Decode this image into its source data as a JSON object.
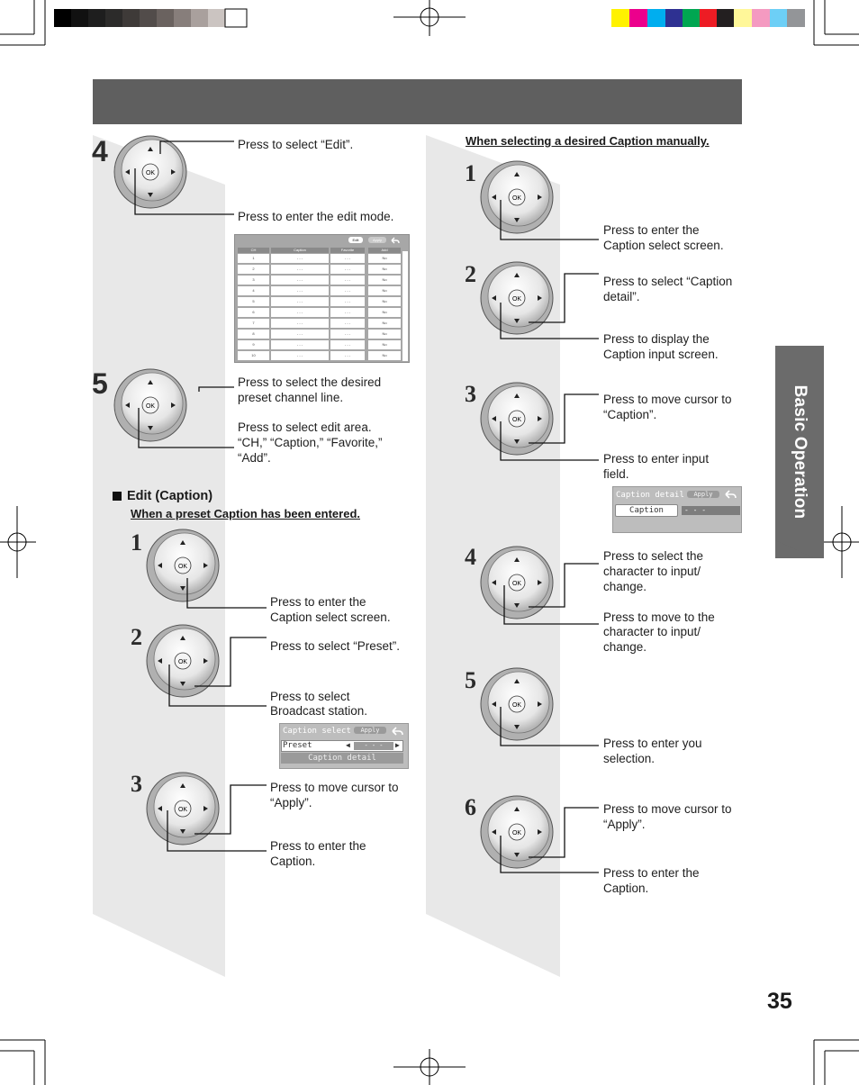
{
  "page_number": "35",
  "side_tab": "Basic Operation",
  "icons": {
    "remote": "remote-dpad-icon",
    "return": "return-arrow-icon",
    "bullet": "square-bullet-icon"
  },
  "remote_labels": {
    "ok": "OK"
  },
  "left_steps": {
    "step4": {
      "num": "4",
      "text1": "Press to select “Edit”.",
      "text2": "Press to enter the edit mode."
    },
    "step5": {
      "num": "5",
      "text1a": "Press to select the desired",
      "text1b": "preset channel line.",
      "text2a": "Press to select edit area.",
      "text2b": "“CH,” “Caption,” “Favorite,”",
      "text2c": "“Add”."
    }
  },
  "edit_table": {
    "edit_label": "Edit",
    "apply_label": "Apply",
    "headers": [
      "CH",
      "Caption",
      "Favorite",
      "Add"
    ],
    "rows": [
      [
        "1",
        "- - -",
        "- - -",
        "No"
      ],
      [
        "2",
        "- - -",
        "- - -",
        "No"
      ],
      [
        "3",
        "- - -",
        "- - -",
        "No"
      ],
      [
        "4",
        "- - -",
        "- - -",
        "No"
      ],
      [
        "5",
        "- - -",
        "- - -",
        "No"
      ],
      [
        "6",
        "- - -",
        "- - -",
        "No"
      ],
      [
        "7",
        "- - -",
        "- - -",
        "No"
      ],
      [
        "8",
        "- - -",
        "- - -",
        "No"
      ],
      [
        "9",
        "- - -",
        "- - -",
        "No"
      ],
      [
        "10",
        "- - -",
        "- - -",
        "No"
      ]
    ]
  },
  "edit_caption": {
    "heading": "Edit (Caption)",
    "subheading": "When a preset Caption has been entered.",
    "step1": {
      "num": "1",
      "text_a": "Press to enter the",
      "text_b": "Caption select screen."
    },
    "step2": {
      "num": "2",
      "text1": "Press to select “Preset”.",
      "text2a": "Press to select",
      "text2b": "Broadcast station."
    },
    "caption_select_ui": {
      "title": "Caption select",
      "apply": "Apply",
      "preset_label": "Preset",
      "preset_value": "- - -",
      "detail": "Caption detail"
    },
    "step3": {
      "num": "3",
      "text1a": "Press to move cursor to",
      "text1b": "“Apply”.",
      "text2a": "Press to enter the",
      "text2b": "Caption."
    }
  },
  "manual": {
    "heading": "When selecting a desired Caption manually.",
    "step1": {
      "num": "1",
      "text_a": "Press to enter the",
      "text_b": "Caption select screen."
    },
    "step2": {
      "num": "2",
      "text1a": "Press to select “Caption",
      "text1b": "detail”.",
      "text2a": "Press to display the",
      "text2b": "Caption input screen."
    },
    "step3": {
      "num": "3",
      "text1a": "Press to move cursor to",
      "text1b": "“Caption”.",
      "text2a": "Press to enter input",
      "text2b": "field."
    },
    "caption_detail_ui": {
      "title": "Caption detail",
      "apply": "Apply",
      "field_label": "Caption",
      "field_value": "- - -"
    },
    "step4": {
      "num": "4",
      "text1a": "Press to select the",
      "text1b": "character to input/",
      "text1c": "change.",
      "text2a": "Press to move to the",
      "text2b": "character to input/",
      "text2c": "change."
    },
    "step5": {
      "num": "5",
      "text_a": "Press to enter you",
      "text_b": "selection."
    },
    "step6": {
      "num": "6",
      "text1a": "Press to move cursor to",
      "text1b": "“Apply”.",
      "text2a": "Press to enter the",
      "text2b": "Caption."
    }
  }
}
